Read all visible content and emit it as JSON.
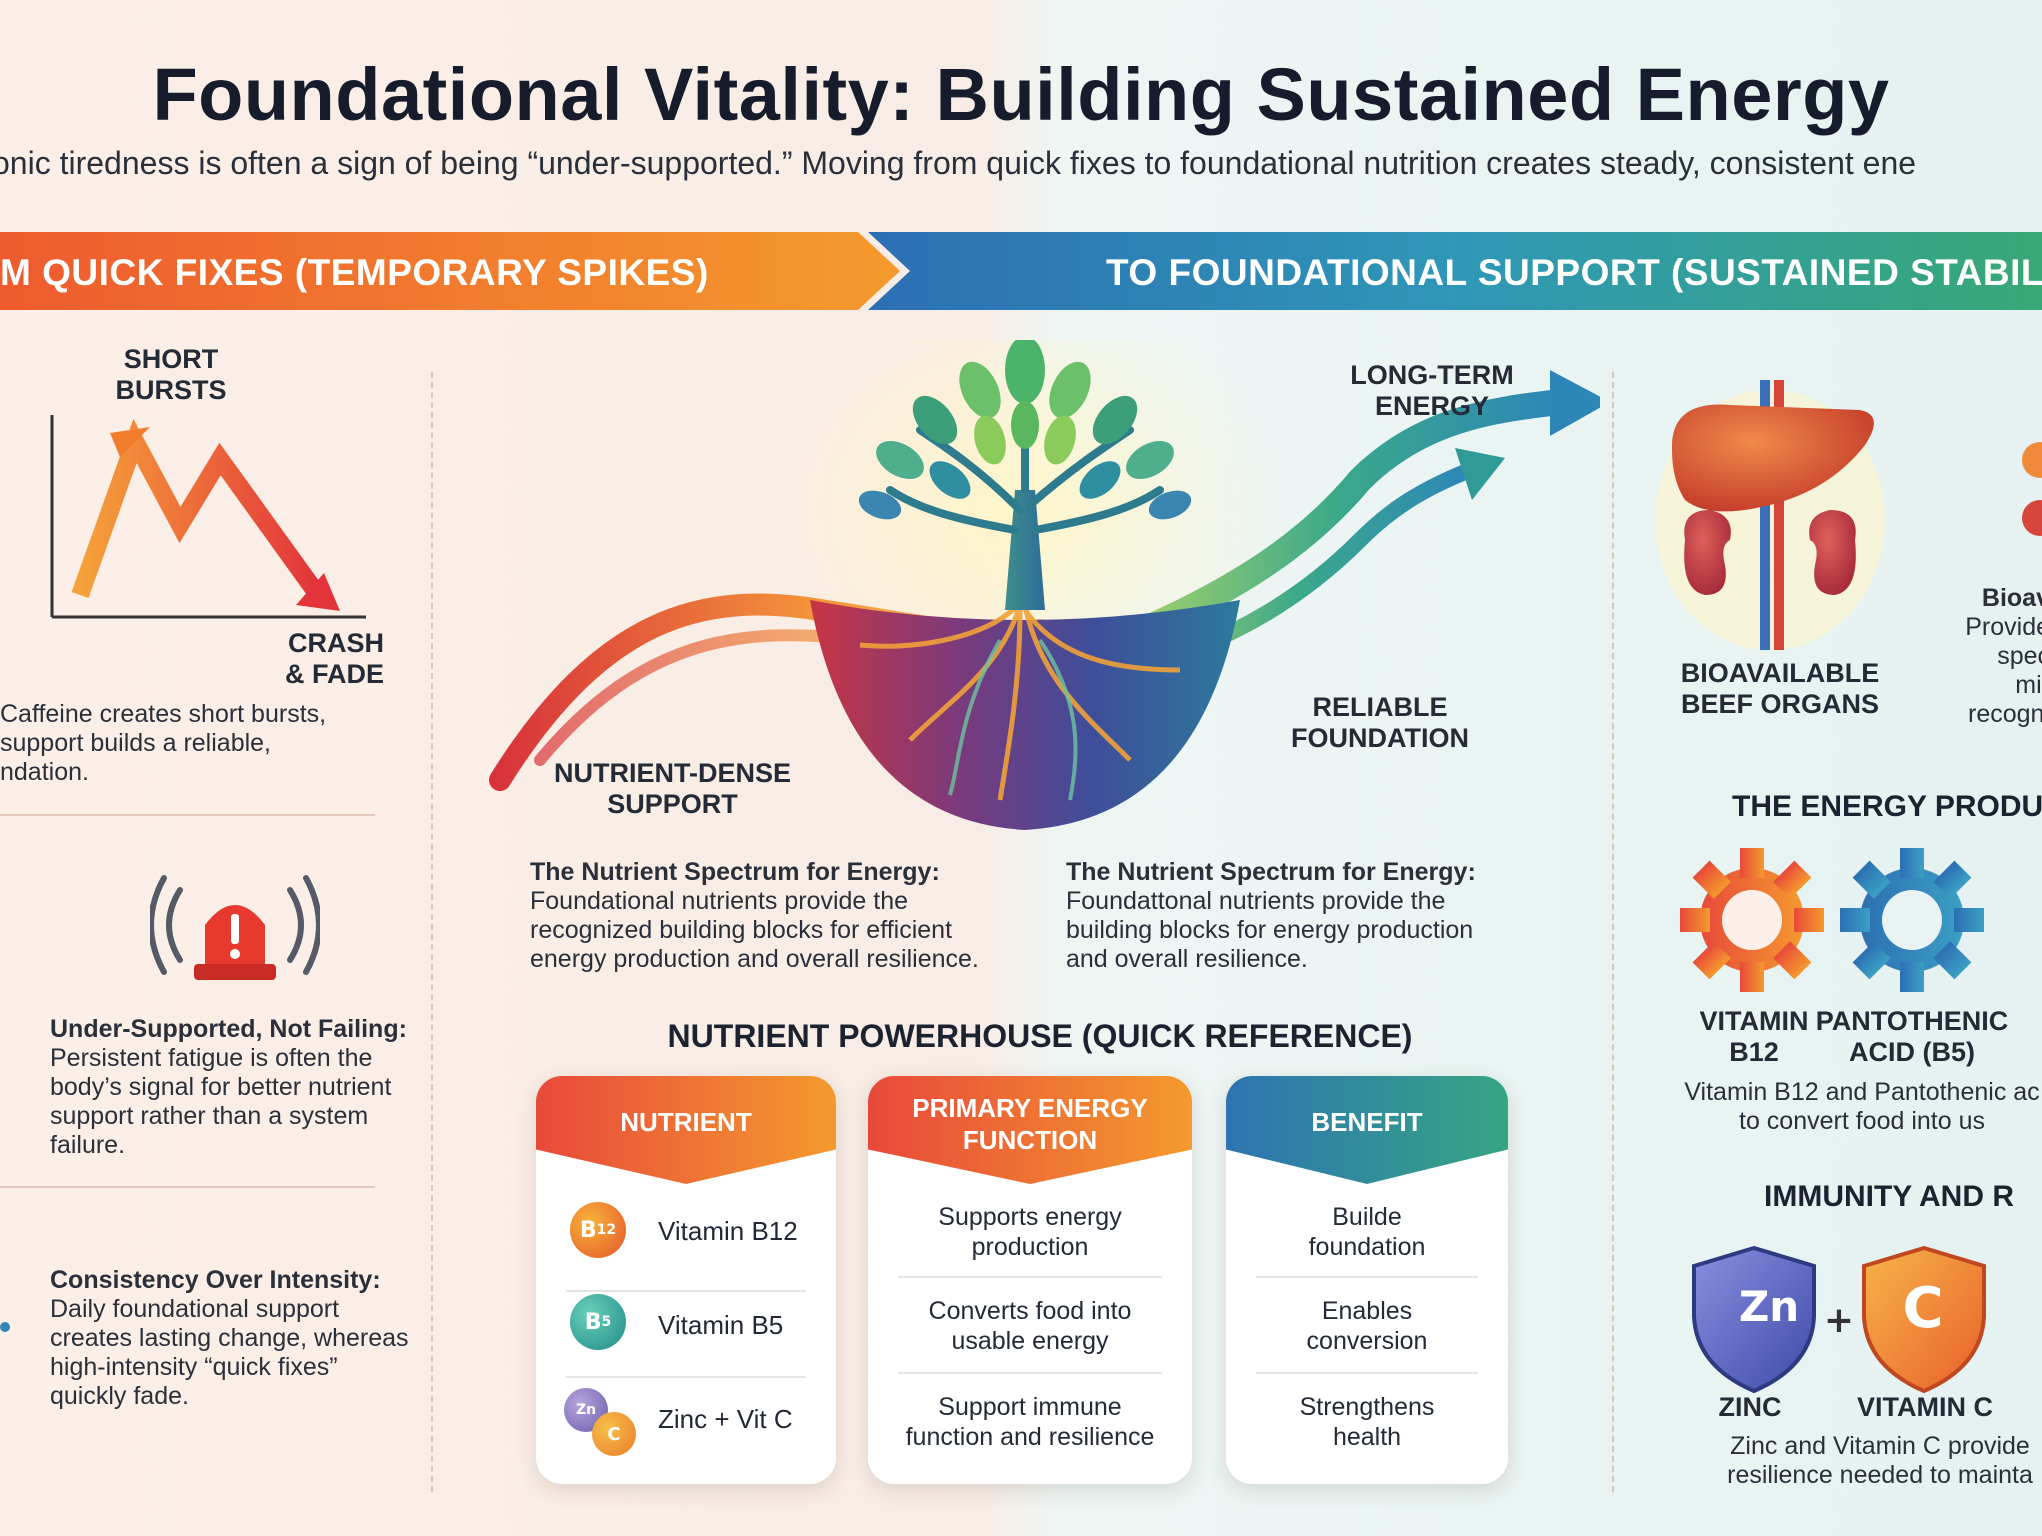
{
  "header": {
    "title": "Foundational Vitality: Building Sustained Energy",
    "subtitle": "onic tiredness is often a sign of being “under-supported.” Moving from quick fixes to foundational nutrition creates steady, consistent ene"
  },
  "banner": {
    "left": "M QUICK FIXES (TEMPORARY SPIKES)",
    "right": "TO FOUNDATIONAL SUPPORT (SUSTAINED STABILI",
    "colors": {
      "orange": "#f07a2c",
      "blue": "#2f86b8",
      "green": "#36a382"
    }
  },
  "left_panel": {
    "short_bursts": "SHORT\nBURSTS",
    "crash_fade": "CRASH\n& FADE",
    "caffeine_lines": [
      "Caffeine creates short bursts,",
      "support builds a reliable,",
      "ndation."
    ],
    "under_supported": {
      "heading": "Under-Supported, Not Failing:",
      "lines": [
        "Persistent fatigue is often the",
        "body’s signal for better nutrient",
        "support rather than a system",
        "failure."
      ]
    },
    "consistency": {
      "heading": "Consistency Over Intensity:",
      "lines": [
        "Daily foundational support",
        "creates lasting change, whereas",
        "high-intensity “quick fixes”",
        "quickly fade."
      ]
    }
  },
  "center": {
    "long_term": "LONG-TERM\nENERGY",
    "nutrient_dense": "NUTRIENT-DENSE\nSUPPORT",
    "reliable": "RELIABLE\nFOUNDATION",
    "spectrum_left": {
      "heading": "The Nutrient Spectrum for Energy:",
      "lines": [
        "Foundational nutrients provide the",
        "recognized building blocks for efficient",
        "energy production and overall resilience."
      ]
    },
    "spectrum_right": {
      "heading": "The Nutrient Spectrum for Energy:",
      "lines": [
        "Foundattonal nutrients provide the",
        "building blocks for energy production",
        "and overall resilience."
      ]
    }
  },
  "powerhouse": {
    "title": "NUTRIENT POWERHOUSE (QUICK REFERENCE)",
    "col_nutrient": "NUTRIENT",
    "col_function": "PRIMARY ENERGY\nFUNCTION",
    "col_benefit": "BENEFIT",
    "rows": [
      {
        "badge": "B12",
        "nutrient": "Vitamin B12",
        "function": "Supports energy\nproduction",
        "benefit": "Builde\nfoundation"
      },
      {
        "badge": "B5",
        "nutrient": "Vitamin B5",
        "function": "Converts food into\nusable energy",
        "benefit": "Enables\nconversion"
      },
      {
        "badge": "Zn C",
        "nutrient": "Zinc + Vit C",
        "function": "Support immune\nfunction and resilience",
        "benefit": "Strengthens\nhealth"
      }
    ]
  },
  "right_panel": {
    "organs_label": "BIOAVAILABLE\nBEEF ORGANS",
    "bioav_lines": [
      "Bioav",
      "Provide",
      "spec",
      "mir",
      "recogni"
    ],
    "energy_prod_title": "THE ENERGY PRODU",
    "vitamin_b12": "VITAMIN\nB12",
    "pantothenic": "PANTOTHENIC\nACID (B5)",
    "gear_lines": [
      "Vitamin B12 and Pantothenic ac",
      "to convert food into us"
    ],
    "immunity_title": "IMMUNITY AND R",
    "zn_symbol": "Zn",
    "c_symbol": "C",
    "zinc": "ZINC",
    "vitamin_c": "VITAMIN C",
    "immune_lines": [
      "Zinc and Vitamin C provide",
      "resilience needed to mainta"
    ]
  }
}
